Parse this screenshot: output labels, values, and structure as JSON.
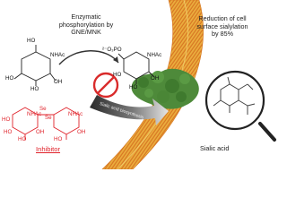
{
  "texts": {
    "enzymatic_line1": "Enzymatic",
    "enzymatic_line2": "phosphorylation by",
    "enzymatic_line3": "GNE/MNK",
    "reduction_line1": "Reduction of cell",
    "reduction_line2": "surface sialylation",
    "reduction_line3": "by 85%",
    "inhibitor": "Inhibitor",
    "sialic_acid": "Sialic acid",
    "arrow_text": "Sialic acid biosynthesis"
  },
  "molecule_labels": {
    "substrate_oh_top": "HO",
    "substrate_nhac": "NHAc",
    "substrate_ho_left": "HO",
    "substrate_oh_ring": "OH",
    "substrate_ho_bottom": "HO",
    "product_po3": "²⁻O₃PO",
    "product_nhac": "NHAc",
    "product_ho_left": "HO",
    "product_oh_ring": "OH",
    "product_ho_bottom": "HO",
    "inhibitor_se1": "Se",
    "inhibitor_se2": "Se",
    "inhibitor_nhac1": "NHAc",
    "inhibitor_nhac2": "NHAc",
    "inhibitor_ho1": "HO",
    "inhibitor_ho2": "HO",
    "inhibitor_oh1": "OH",
    "inhibitor_ho3": "HO",
    "inhibitor_ho4": "HO",
    "inhibitor_oh2": "OH"
  },
  "colors": {
    "text": "#222222",
    "inhibitor_red": "#e0232b",
    "membrane_orange": "#e8892e",
    "membrane_yellow": "#e9c44a",
    "cluster_green": "#4e8a3a",
    "arrow_dark": "#3a3a3a",
    "arrow_light": "#d8d8d8",
    "prohibit_red": "#d92b2b"
  },
  "icons": [
    "prohibited-sign-icon",
    "magnifier-icon",
    "curved-arrow-icon"
  ]
}
